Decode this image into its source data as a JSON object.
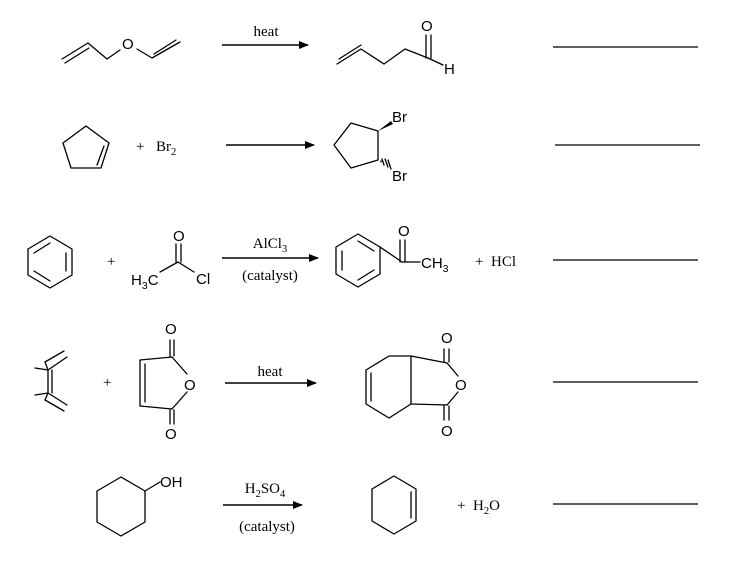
{
  "reactions": [
    {
      "reagent_above": "heat",
      "reagent_below": "",
      "atoms": {
        "ether_oxygen": "O",
        "carbonyl_oxygen": "O",
        "aldehyde_h": "H"
      }
    },
    {
      "plus": "+",
      "reagent": {
        "base": "Br",
        "sub": "2"
      },
      "atoms": {
        "br_top": "Br",
        "br_bottom": "Br"
      }
    },
    {
      "plus": "+",
      "reagent_above": {
        "base": "AlCl",
        "sub": "3"
      },
      "reagent_below": "(catalyst)",
      "atoms": {
        "acyl_o": "O",
        "acyl_h3c": "H",
        "acyl_h3c_sub": "3",
        "acyl_c": "C",
        "acyl_cl": "Cl",
        "ketone_o": "O",
        "ketone_ch": "CH",
        "ketone_ch_sub": "3"
      },
      "byproduct_plus": "+",
      "byproduct": "HCl"
    },
    {
      "plus": "+",
      "reagent_above": "heat",
      "atoms": {
        "anh_o_top": "O",
        "anh_o_ring": "O",
        "anh_o_bottom": "O",
        "prod_o_top": "O",
        "prod_o_ring": "O",
        "prod_o_bottom": "O"
      }
    },
    {
      "reagent_above": {
        "base": "H",
        "sub1": "2",
        "mid": "SO",
        "sub2": "4"
      },
      "reagent_below": "(catalyst)",
      "atoms": {
        "hydroxyl": "OH"
      },
      "byproduct": {
        "plus": "+",
        "base": "H",
        "sub": "2",
        "tail": "O"
      }
    }
  ]
}
